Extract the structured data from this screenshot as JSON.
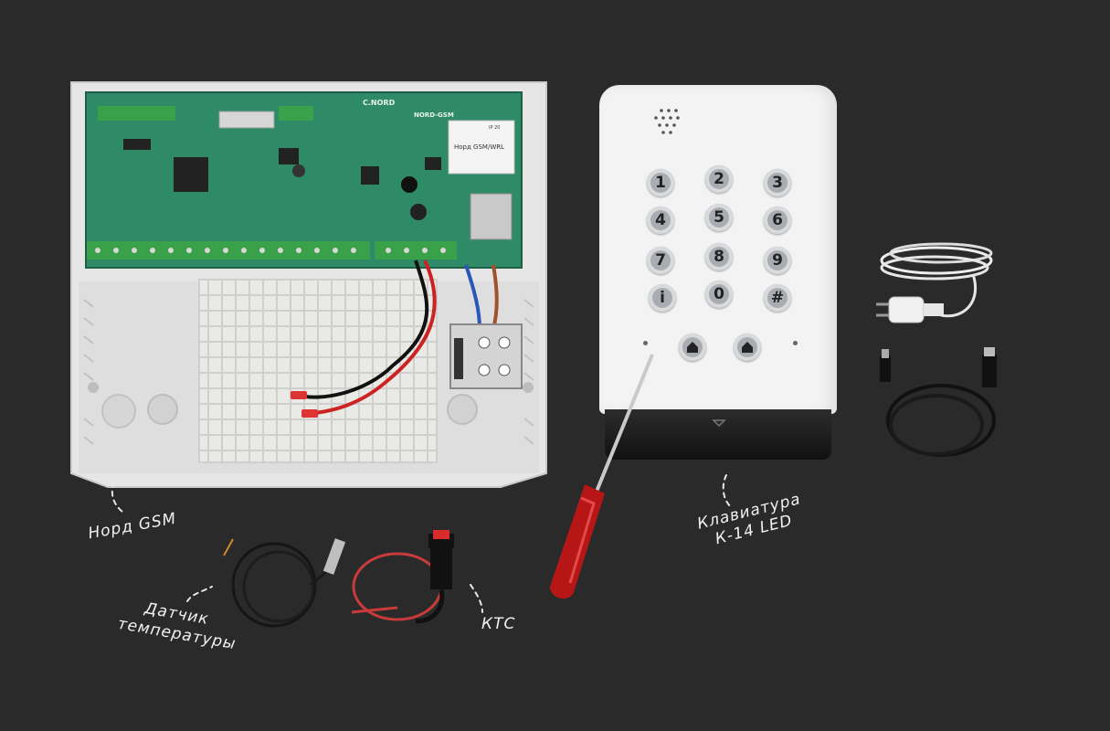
{
  "labels": {
    "panel": "Норд GSM",
    "keypad_line1": "Клавиатура",
    "keypad_line2": "К-14 LED",
    "temp_line1": "Датчик",
    "temp_line2": "температуры",
    "button": "КТС"
  },
  "board": {
    "brand": "C.NORD",
    "model": "NORD-GSM",
    "sticker": "Норд GSM/WRL",
    "rating": "IP 20"
  },
  "keypad": {
    "keys": [
      "1",
      "2",
      "3",
      "4",
      "5",
      "6",
      "7",
      "8",
      "9",
      "i",
      "0",
      "#"
    ]
  }
}
